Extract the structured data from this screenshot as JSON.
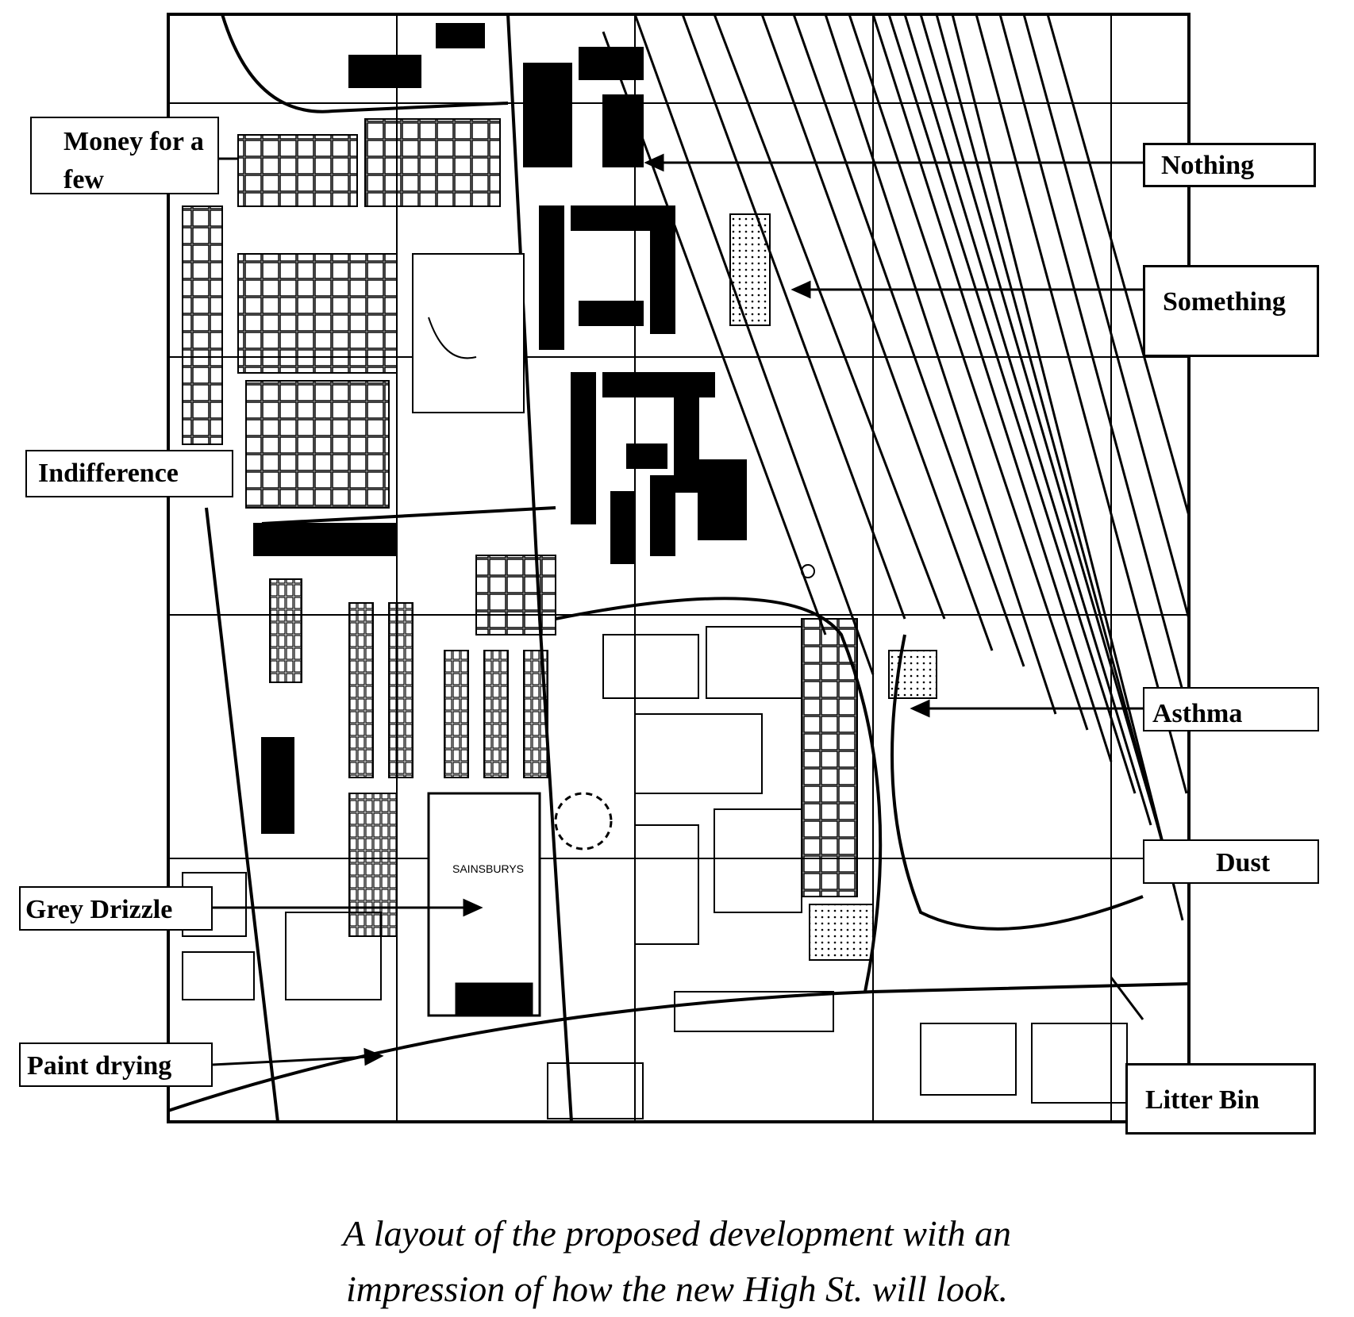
{
  "labels": {
    "money": "Money for a few",
    "nothing": "Nothing",
    "something": "Something",
    "indifference": "Indifference",
    "asthma": "Asthma",
    "dust": "Dust",
    "grey_drizzle": "Grey Drizzle",
    "paint_drying": "Paint drying",
    "litter_bin": "Litter Bin"
  },
  "map_text": {
    "store": "SAINSBURYS"
  },
  "caption": {
    "line1": "A layout of the proposed development with an",
    "line2": "impression of how the new High St. will look."
  }
}
